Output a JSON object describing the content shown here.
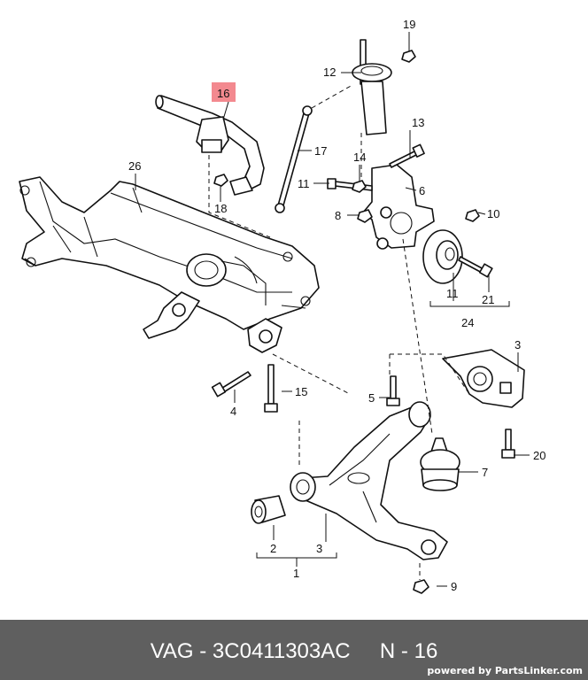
{
  "callouts": {
    "c1": "1",
    "c2": "2",
    "c3a": "3",
    "c3b": "3",
    "c4": "4",
    "c5": "5",
    "c6": "6",
    "c7": "7",
    "c8": "8",
    "c9": "9",
    "c10": "10",
    "c11a": "11",
    "c11b": "11",
    "c12": "12",
    "c13": "13",
    "c14": "14",
    "c15": "15",
    "c16": "16",
    "c17": "17",
    "c18": "18",
    "c19": "19",
    "c20": "20",
    "c21": "21",
    "c24": "24",
    "c26": "26"
  },
  "highlight_color": "#f3898f",
  "footer": {
    "title": "VAG - 3C0411303AC     N - 16",
    "powered_by": "powered by PartsLinker.com"
  }
}
